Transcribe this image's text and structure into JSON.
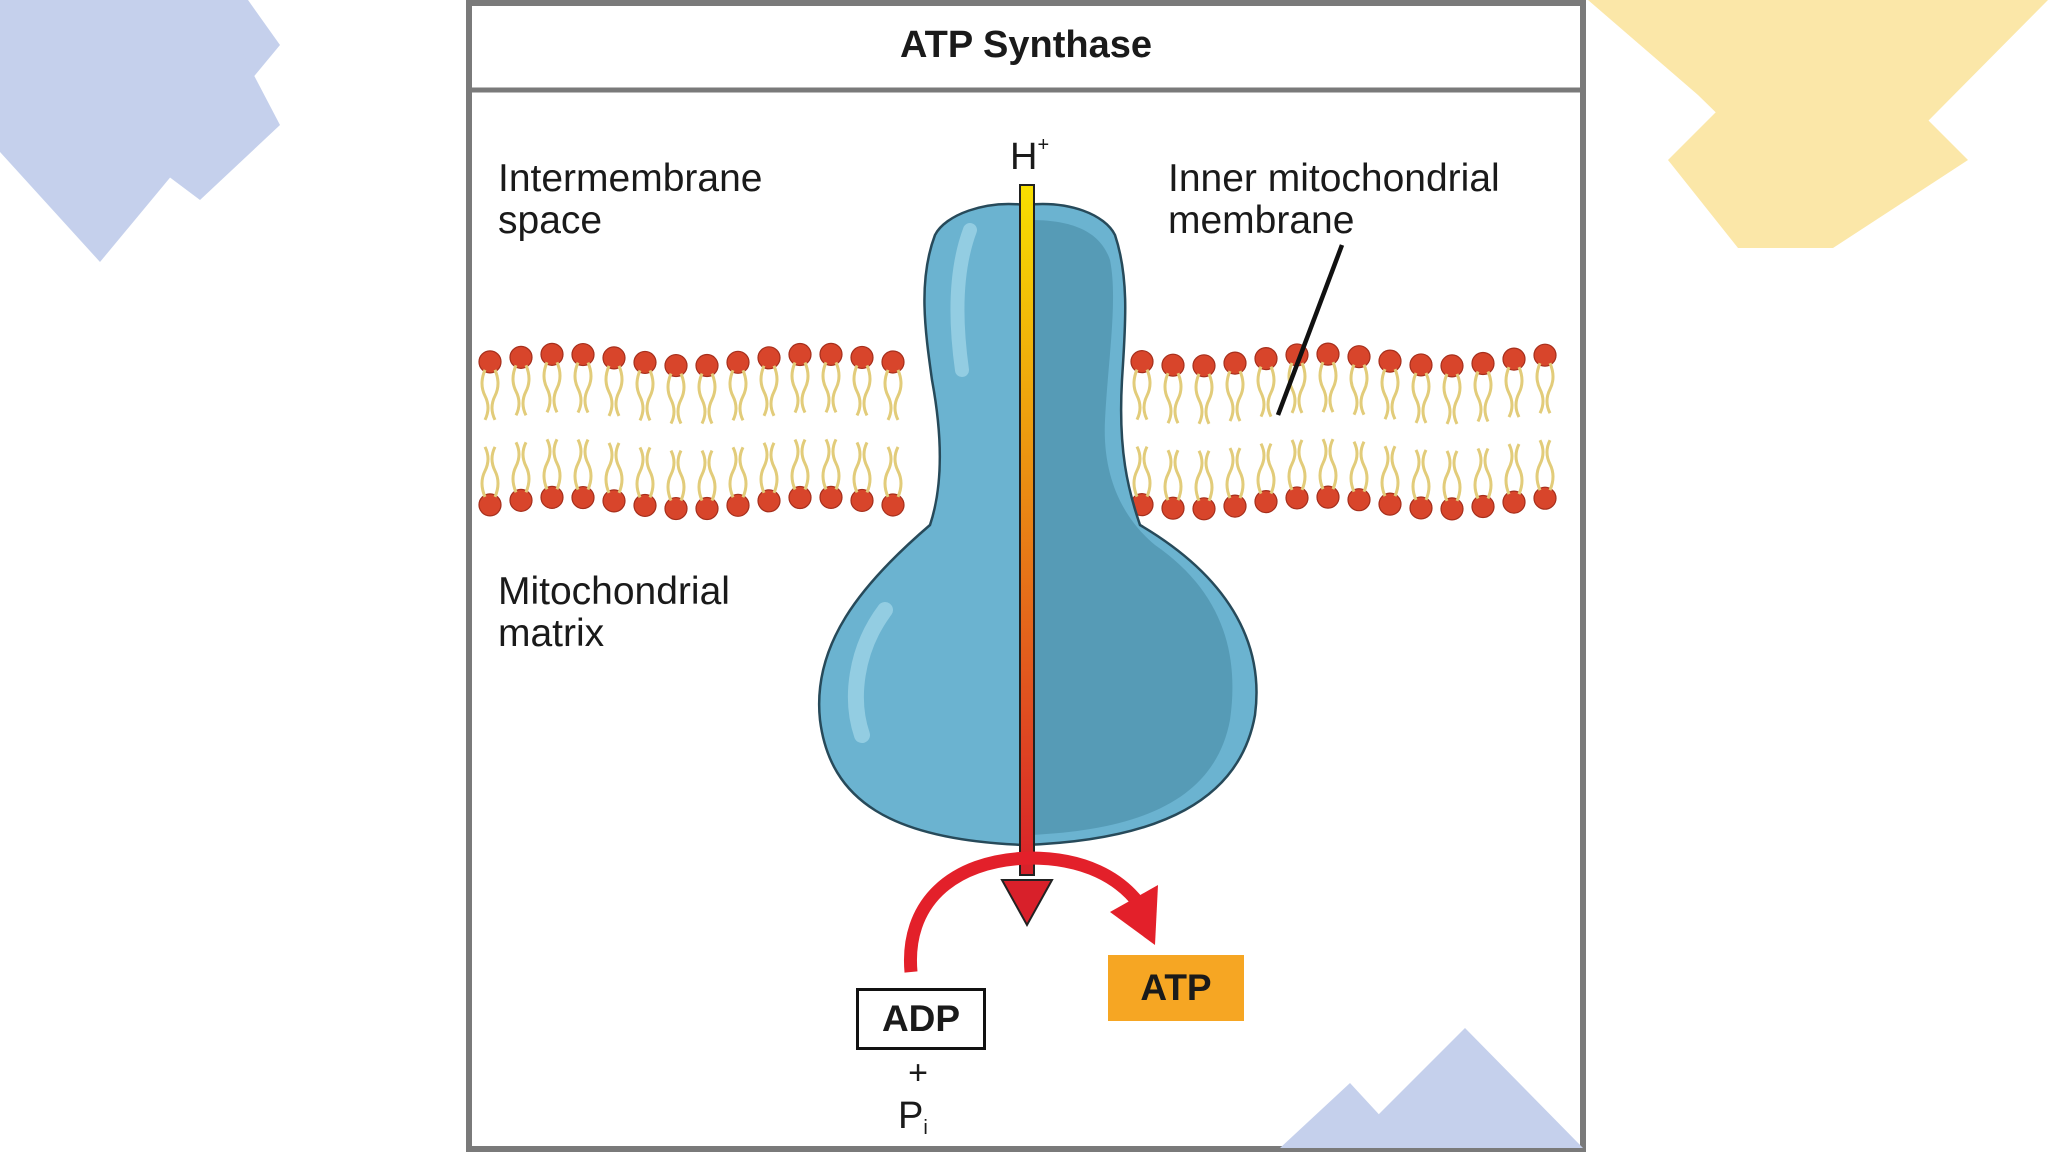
{
  "diagram": {
    "title": "ATP Synthase",
    "labels": {
      "intermembrane_space_line1": "Intermembrane",
      "intermembrane_space_line2": "space",
      "inner_membrane_line1": "Inner mitochondrial",
      "inner_membrane_line2": "membrane",
      "matrix_line1": "Mitochondrial",
      "matrix_line2": "matrix",
      "proton": "H",
      "proton_charge": "+",
      "adp": "ADP",
      "plus": "+",
      "phosphate": "P",
      "phosphate_sub": "i",
      "atp": "ATP"
    },
    "colors": {
      "enzyme": "#6bb3d0",
      "enzyme_shade": "#4f93ae",
      "lipid_head": "#d8452b",
      "lipid_tail": "#e2cc7a",
      "arrow_top": "#f8e000",
      "arrow_bottom": "#d8202a",
      "reaction_arrow": "#e3202a",
      "atp_box": "#f6a623",
      "decor_blue": "#c5d0ec",
      "decor_yellow": "#fbe7a8"
    }
  }
}
